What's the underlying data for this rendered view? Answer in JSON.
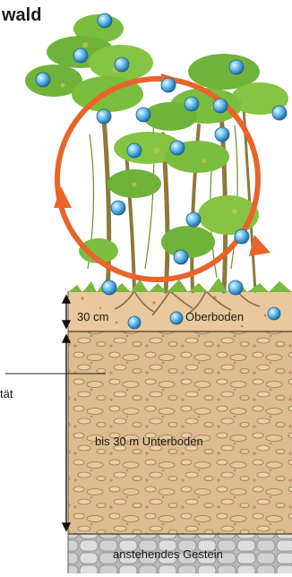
{
  "title": "wald",
  "labels": {
    "depth_30cm": "30 cm",
    "oberboden": "Oberboden",
    "unterboden": "bis 30 m Unterboden",
    "gestein": "anstehendes Gestein",
    "left_cut": "tät"
  },
  "colors": {
    "cycle_arrow": "#e8642a",
    "nutrient": "#5fb8e8",
    "foliage": "#6fb33a",
    "topsoil": "#e6c49a",
    "subsoil": "#d8b88a",
    "bedrock": "#cfcfcf"
  }
}
